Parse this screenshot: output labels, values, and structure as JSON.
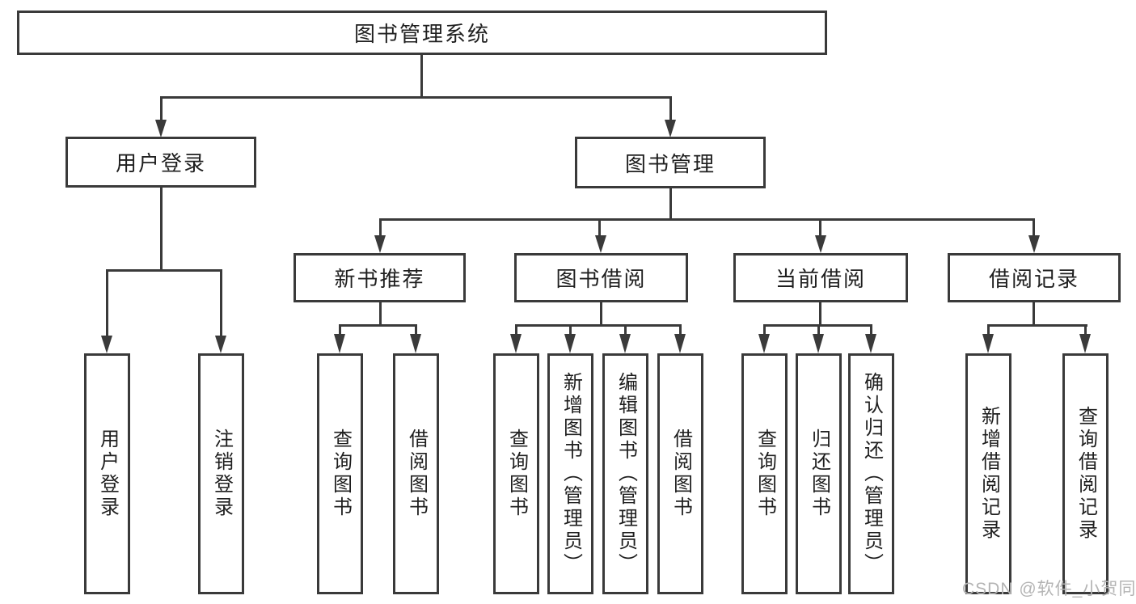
{
  "tree": {
    "root": {
      "label": "图书管理系统",
      "children": [
        {
          "label": "用户登录",
          "children": [
            {
              "label": "用户登录"
            },
            {
              "label": "注销登录"
            }
          ]
        },
        {
          "label": "图书管理",
          "children": [
            {
              "label": "新书推荐",
              "children": [
                {
                  "label": "查询图书"
                },
                {
                  "label": "借阅图书"
                }
              ]
            },
            {
              "label": "图书借阅",
              "children": [
                {
                  "label": "查询图书"
                },
                {
                  "label": "新增图书（管理员）"
                },
                {
                  "label": "编辑图书（管理员）"
                },
                {
                  "label": "借阅图书"
                }
              ]
            },
            {
              "label": "当前借阅",
              "children": [
                {
                  "label": "查询图书"
                },
                {
                  "label": "归还图书"
                },
                {
                  "label": "确认归还（管理员）"
                }
              ]
            },
            {
              "label": "借阅记录",
              "children": [
                {
                  "label": "新增借阅记录"
                },
                {
                  "label": "查询借阅记录"
                }
              ]
            }
          ]
        }
      ]
    }
  },
  "watermark": "CSDN @软件_小贺同学",
  "colors": {
    "line": "#3a3a3a",
    "box_fill": "#ffffff",
    "text": "#1f1f1f",
    "watermark": "#b4b4b4",
    "background": "#ffffff"
  }
}
